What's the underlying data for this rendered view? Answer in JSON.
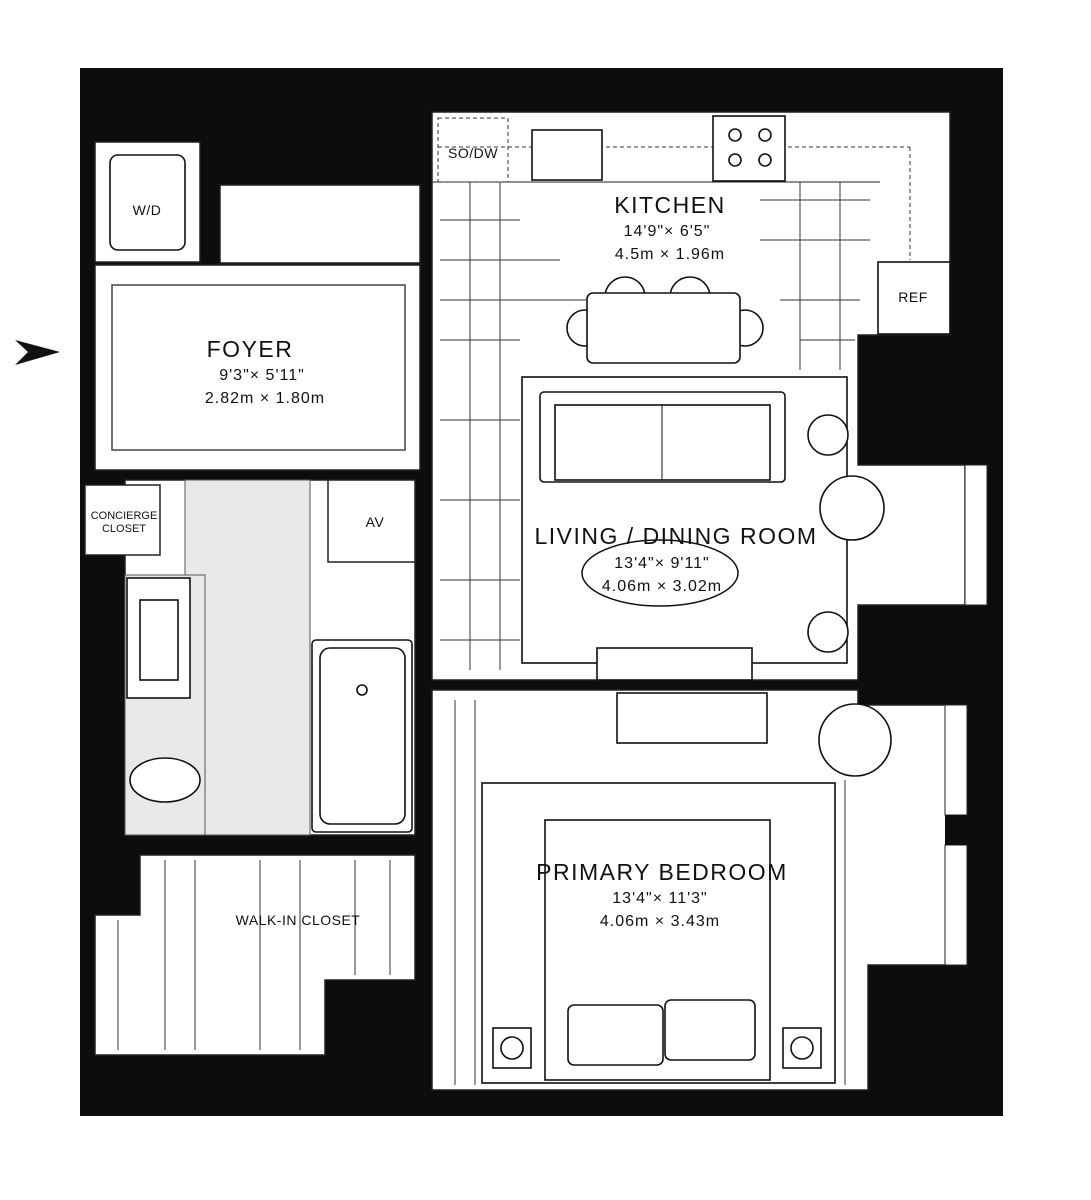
{
  "rooms": {
    "kitchen": {
      "name": "KITCHEN",
      "imperial": "14'9\"× 6'5\"",
      "metric": "4.5m × 1.96m"
    },
    "foyer": {
      "name": "FOYER",
      "imperial": "9'3\"× 5'11\"",
      "metric": "2.82m × 1.80m"
    },
    "living": {
      "name": "LIVING / DINING ROOM",
      "imperial": "13'4\"× 9'11\"",
      "metric": "4.06m × 3.02m"
    },
    "bedroom": {
      "name": "PRIMARY BEDROOM",
      "imperial": "13'4\"× 11'3\"",
      "metric": "4.06m × 3.43m"
    },
    "closet": {
      "name": "WALK-IN CLOSET"
    },
    "concierge": {
      "line1": "CONCIERGE",
      "line2": "CLOSET"
    },
    "av": {
      "name": "AV"
    },
    "wd": {
      "name": "W/D"
    },
    "sodw": {
      "name": "SO/DW"
    },
    "ref": {
      "name": "REF"
    }
  },
  "entry_arrow": "entry-arrow-icon"
}
